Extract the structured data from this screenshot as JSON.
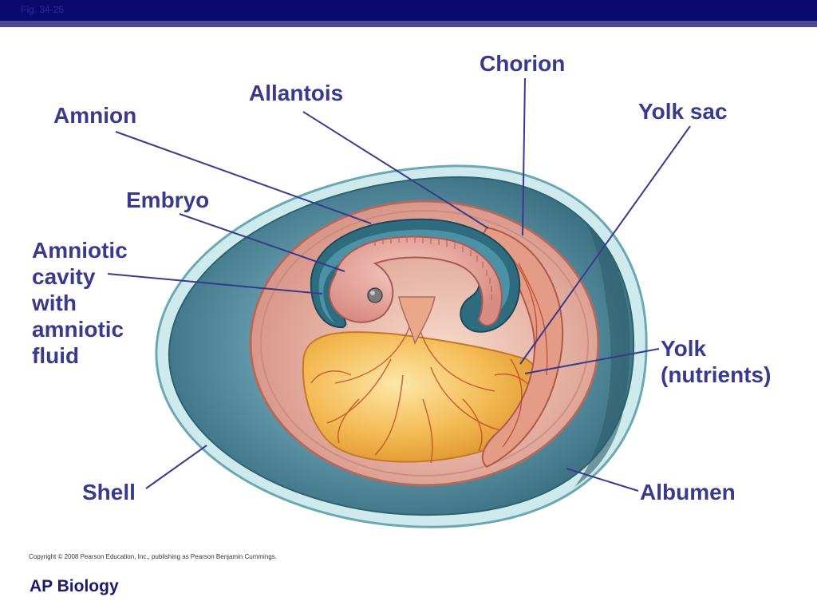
{
  "header": {
    "figure_ref": "Fig. 34-25"
  },
  "labels": {
    "chorion": "Chorion",
    "allantois": "Allantois",
    "amnion": "Amnion",
    "yolk_sac": "Yolk sac",
    "embryo": "Embryo",
    "amniotic_line1": "Amniotic",
    "amniotic_line2": "cavity",
    "amniotic_line3": "with",
    "amniotic_line4": "amniotic",
    "amniotic_line5": "fluid",
    "yolk_line1": "Yolk",
    "yolk_line2": "(nutrients)",
    "shell": "Shell",
    "albumen": "Albumen"
  },
  "footer": {
    "copyright": "Copyright © 2008 Pearson Education, Inc., publishing as Pearson Benjamin Cummings.",
    "course": "AP Biology"
  },
  "colors": {
    "header_bar": "#0a0a6e",
    "label_text": "#3a3a8c",
    "leader_line": "#3a3a8c",
    "shell": "#bfe3e6",
    "albumen": "#4d8a9a",
    "chorion": "#e8b7a8",
    "yolk": "#f2b450",
    "embryo": "#e8a8a0"
  }
}
